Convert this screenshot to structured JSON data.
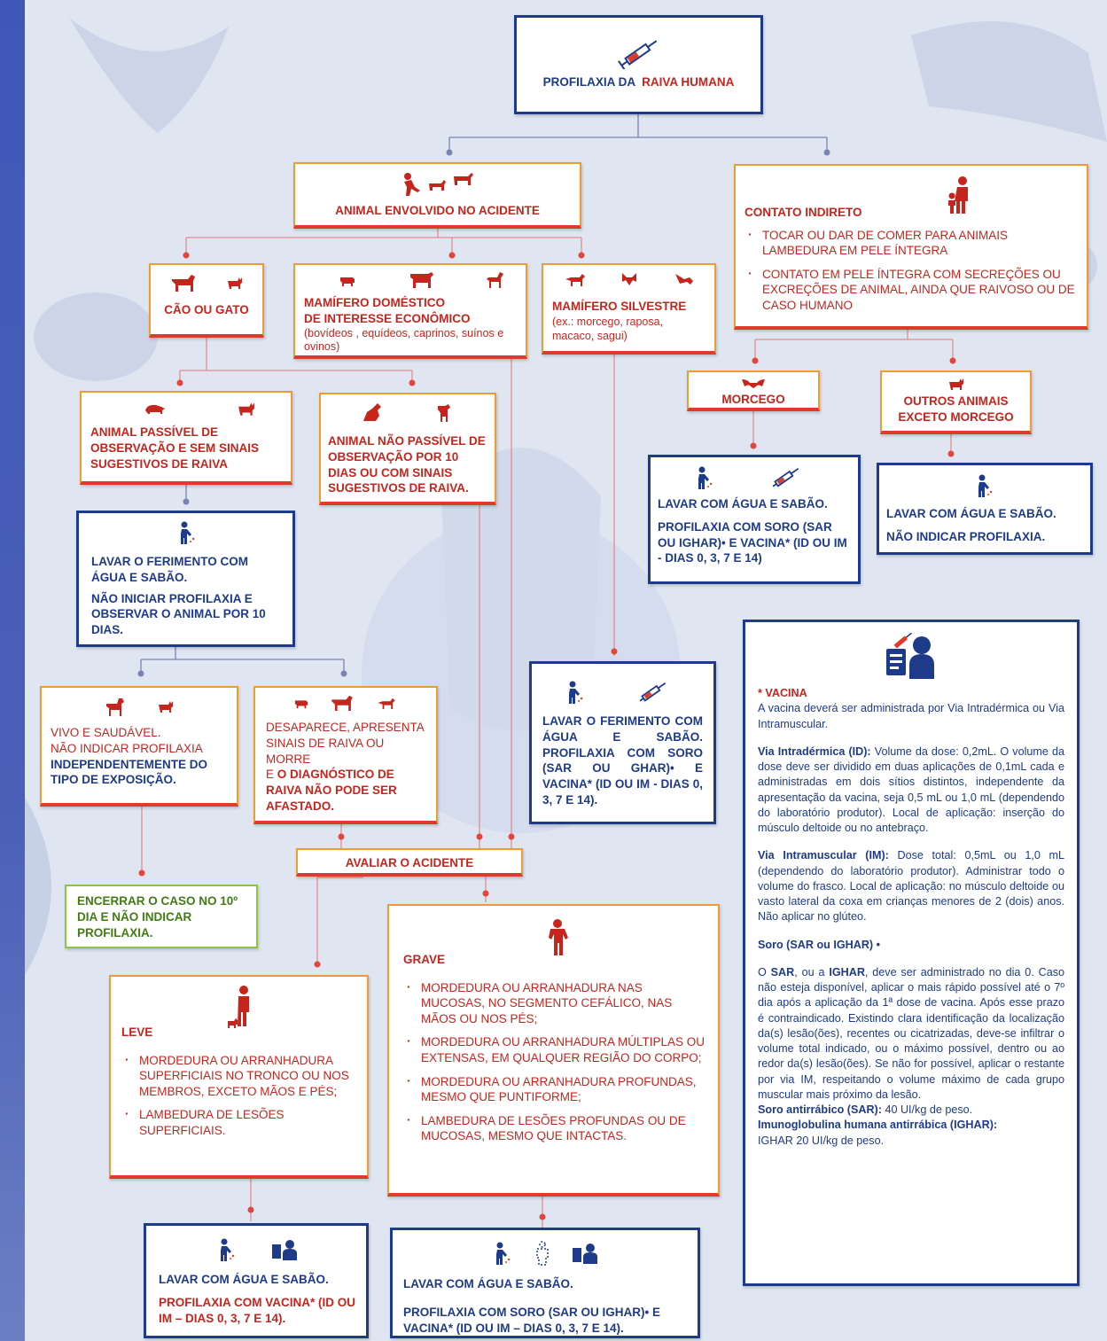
{
  "colors": {
    "red": "#c5251d",
    "orange": "#f09a33",
    "navy": "#1e3a8a",
    "green": "#8cc63f",
    "background": "#dfe5f1"
  },
  "root": {
    "prefix": "PROFILAXIA DA",
    "highlight": "RAIVA HUMANA",
    "icon": "syringe-icon"
  },
  "animal": {
    "title": "ANIMAL ENVOLVIDO NO ACIDENTE",
    "icon": "running-person-animals-icon"
  },
  "indirect": {
    "title": "CONTATO INDIRETO",
    "icon": "person-child-icon",
    "items": [
      "TOCAR OU DAR DE COMER PARA ANIMAIS LAMBEDURA EM PELE ÍNTEGRA",
      "CONTATO EM PELE ÍNTEGRA COM SECREÇÕES OU EXCREÇÕES DE ANIMAL, AINDA QUE RAIVOSO OU DE CASO HUMANO"
    ]
  },
  "dog_cat": {
    "title": "CÃO OU GATO",
    "icons": [
      "dog-icon",
      "cat-icon"
    ]
  },
  "domestic": {
    "title_1": "MAMÍFERO DOMÉSTICO",
    "title_2": "DE INTERESSE ECONÔMICO",
    "detail": "(bovídeos , equídeos, caprinos, suínos e ovinos)",
    "icons": [
      "pig-icon",
      "cow-icon",
      "horse-icon"
    ]
  },
  "wild": {
    "title": "MAMÍFERO SILVESTRE",
    "detail": "(ex.: morcego, raposa, macaco, sagui)",
    "icons": [
      "fox-icon",
      "bat-icon",
      "monkey-icon"
    ]
  },
  "bat": {
    "title": "MORCEGO",
    "icon": "bat-icon"
  },
  "other": {
    "title": "OUTROS ANIMAIS EXCETO MORCEGO",
    "icon": "cat-icon"
  },
  "bat_action": {
    "line1": "LAVAR COM ÁGUA E SABÃO.",
    "line2": "PROFILAXIA COM SORO (SAR OU IGHAR)• E VACINA* (ID OU IM - DIAS 0, 3, 7 E 14)"
  },
  "other_action": {
    "line1": "LAVAR COM  ÁGUA E SABÃO.",
    "line2": "NÃO INDICAR PROFILAXIA."
  },
  "observable": {
    "title": "ANIMAL PASSÍVEL DE OBSERVAÇÃO E SEM SINAIS SUGESTIVOS DE RAIVA",
    "icons": [
      "rat-icon",
      "cat-icon"
    ]
  },
  "not_observable": {
    "title": "ANIMAL NÃO PASSÍVEL DE OBSERVAÇÃO POR 10 DIAS OU COM SINAIS SUGESTIVOS DE RAIVA.",
    "icons": [
      "squirrel-icon",
      "dog-sitting-icon"
    ]
  },
  "wash_observe": {
    "line1": "LAVAR O FERIMENTO COM ÁGUA E SABÃO.",
    "line2": "NÃO INICIAR PROFILAXIA E OBSERVAR O ANIMAL POR 10 DIAS.",
    "icon": "washing-hands-icon"
  },
  "wild_action": {
    "text": "LAVAR O FERIMENTO COM ÁGUA E SABÃO. PROFILAXIA COM SORO (SAR OU GHAR)• E VACINA* (ID OU IM - DIAS 0, 3, 7 E 14)."
  },
  "alive": {
    "line1": "VIVO E SAUDÁVEL.",
    "line2": "NÃO INDICAR PROFILAXIA",
    "line3": "INDEPENDENTEMENTE DO TIPO DE EXPOSIÇÃO."
  },
  "missing": {
    "line1": "DESAPARECE, APRESENTA SINAIS DE RAIVA OU MORRE",
    "line2a": "E",
    "line2b": "O DIAGNÓSTICO DE RAIVA NÃO PODE SER AFASTADO."
  },
  "close_case": {
    "text": "ENCERRAR O CASO NO 10º DIA E NÃO INDICAR PROFILAXIA."
  },
  "evaluate": {
    "text": "AVALIAR O ACIDENTE"
  },
  "mild": {
    "title": "LEVE",
    "items": [
      "MORDEDURA OU ARRANHADURA SUPERFICIAIS NO TRONCO OU NOS MEMBROS, EXCETO MÃOS E PÉS;",
      "LAMBEDURA DE LESÕES SUPERFICIAIS."
    ]
  },
  "severe": {
    "title": "GRAVE",
    "items": [
      "MORDEDURA OU ARRANHADURA NAS MUCOSAS, NO SEGMENTO CEFÁLICO, NAS MÃOS OU NOS PÉS;",
      "MORDEDURA OU ARRANHADURA MÚLTIPLAS OU EXTENSAS, EM QUALQUER REGIÃO DO CORPO;",
      "MORDEDURA OU ARRANHADURA PROFUNDAS, MESMO QUE PUNTIFORME;",
      "LAMBEDURA DE LESÕES PROFUNDAS OU DE MUCOSAS, MESMO QUE INTACTAS."
    ]
  },
  "mild_action": {
    "line1": "LAVAR COM ÁGUA E SABÃO.",
    "line2": "PROFILAXIA COM VACINA* (ID OU IM – DIAS 0, 3, 7 E 14)."
  },
  "severe_action": {
    "line1": "LAVAR COM ÁGUA E SABÃO.",
    "line2": "PROFILAXIA COM SORO (SAR OU IGHAR)• E VACINA* (ID OU IM – DIAS  0, 3, 7 E 14)."
  },
  "reference": {
    "icon": "doctor-clipboard-icon",
    "vaccine_title": "* VACINA",
    "vaccine_text": "A vacina deverá ser administrada por Via Intradérmica ou Via Intramuscular.",
    "id_label": "Via Intradérmica (ID):",
    "id_text": "Volume da dose: 0,2mL. O volume da dose deve ser dividido em duas aplicações de 0,1mL cada e administradas em dois sítios distintos, independente da apresentação da vacina, seja 0,5 mL ou 1,0 mL (dependendo do laboratório produtor). Local de aplicação: inserção do músculo deltoide ou no antebraço.",
    "im_label": "Via Intramuscular (IM):",
    "im_text": "Dose total: 0,5mL ou 1,0 mL (dependendo do laboratório produtor). Administrar todo o volume do frasco. Local de aplicação: no músculo deltoide ou vasto lateral da coxa em crianças menores de 2 (dois) anos. Não aplicar no glúteo.",
    "serum_title": "Soro (SAR ou IGHAR) •",
    "serum_a": "O",
    "serum_sar": "SAR",
    "serum_b": ", ou a",
    "serum_ighar": "IGHAR",
    "serum_text": ", deve ser administrado no dia 0. Caso não esteja disponível, aplicar o mais rápido possível até o 7º dia após a aplicação da 1ª dose de vacina. Após esse prazo é contraindicado. Existindo clara identificação da localização da(s) lesão(ões), recentes ou cicatrizadas, deve-se infiltrar o volume total indicado, ou o máximo possível, dentro ou ao redor da(s) lesão(ões). Se não for possível, aplicar o restante por via IM, respeitando o volume máximo de cada grupo muscular mais próximo da lesão.",
    "sar_label": "Soro antirrábico (SAR):",
    "sar_text": " 40 UI/kg  de peso.",
    "ighar_label": "Imunoglobulina humana antirrábica (IGHAR):",
    "ighar_text": "IGHAR 20 UI/kg de peso."
  }
}
